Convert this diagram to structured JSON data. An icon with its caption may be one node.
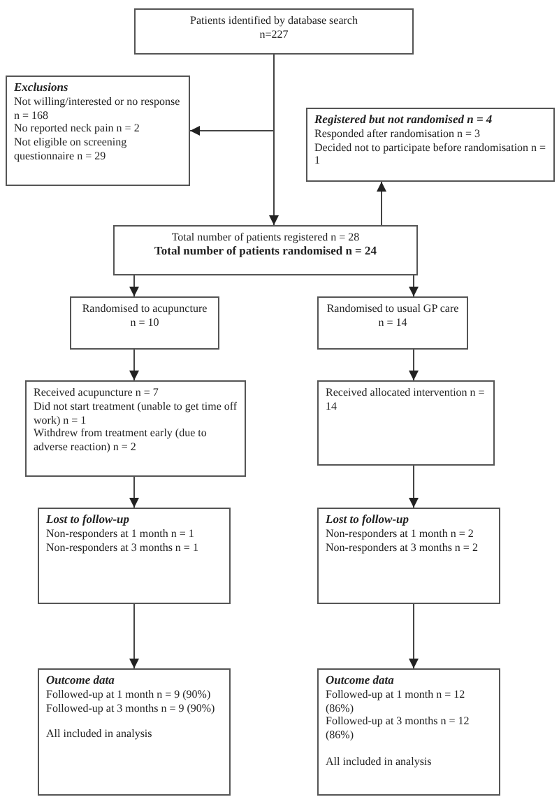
{
  "diagram": {
    "nodes": [
      {
        "text": [
          "Patients identified by database search",
          "n=227"
        ]
      },
      {
        "text": [
          "Exclusions",
          "Not willing/interested or no response n = 168",
          "No reported neck pain n = 2",
          "Not eligible on screening questionnaire n = 29"
        ]
      },
      {
        "text": [
          "Registered but not randomised n = 4",
          "Responded after randomisation n = 3",
          "Decided not to participate before randomisation n = 1"
        ]
      },
      {
        "text": [
          "Total number of patients registered n = 28",
          "Total number of patients randomised n = 24"
        ]
      },
      {
        "text": [
          "Randomised to acupuncture n = 10"
        ]
      },
      {
        "text": [
          "Randomised to usual GP care n = 14"
        ]
      },
      {
        "text": [
          "Received acupuncture n = 7",
          "Did not start treatment (unable to get time off work) n = 1",
          "Withdrew from treatment early (due to adverse reaction) n = 2"
        ]
      },
      {
        "text": [
          "Received allocated intervention n = 14"
        ]
      },
      {
        "text": [
          "Lost to follow-up",
          "Non-responders at 1 month n = 1",
          "Non-responders at 3 months n = 1"
        ]
      },
      {
        "text": [
          "Lost to follow-up",
          "Non-responders at 1 month n = 2",
          "Non-responders at 3 months n = 2"
        ]
      },
      {
        "text": [
          "Outcome data",
          "Followed-up at 1 month n = 9 (90%)",
          "Followed-up at 3 months n = 9 (90%)",
          "All included in analysis"
        ]
      },
      {
        "text": [
          "Outcome data",
          "Followed-up at 1 month n = 12 (86%)",
          "Followed-up at 3 months n = 12 (86%)",
          "All included in analysis"
        ]
      }
    ],
    "edges": [
      {
        "from": 0,
        "to": 3,
        "arrow": "to"
      },
      {
        "from": 0,
        "to": 1,
        "arrow": "to"
      },
      {
        "from": 3,
        "to": 2,
        "arrow": "to"
      },
      {
        "from": 3,
        "to": 4,
        "arrow": "to"
      },
      {
        "from": 3,
        "to": 5,
        "arrow": "to"
      },
      {
        "from": 4,
        "to": 6,
        "arrow": "to"
      },
      {
        "from": 5,
        "to": 7,
        "arrow": "to"
      },
      {
        "from": 6,
        "to": 8,
        "arrow": "to"
      },
      {
        "from": 7,
        "to": 9,
        "arrow": "to"
      },
      {
        "from": 8,
        "to": 10,
        "arrow": "to"
      },
      {
        "from": 9,
        "to": 11,
        "arrow": "to"
      }
    ]
  }
}
